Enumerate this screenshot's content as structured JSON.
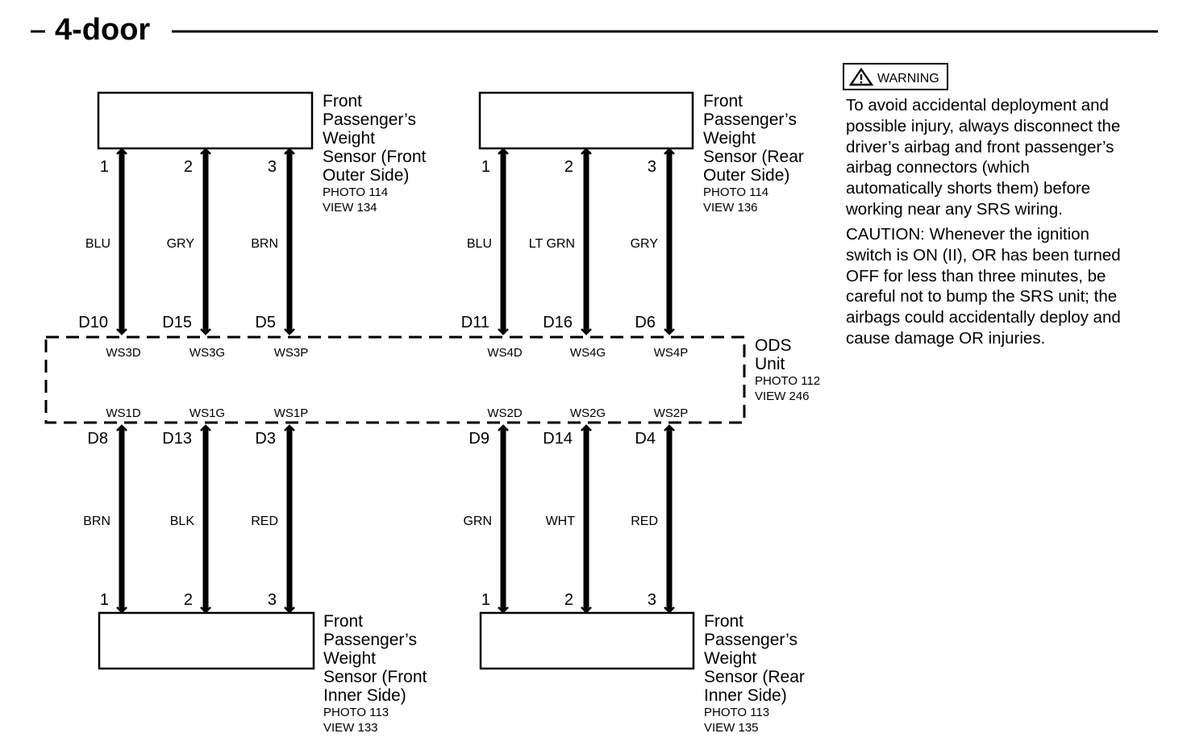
{
  "title": "4-door",
  "ods_unit": {
    "name_lines": [
      "ODS",
      "Unit"
    ],
    "photo": "PHOTO 112",
    "view": "VIEW 246"
  },
  "sensors": {
    "front_outer": {
      "name_lines": [
        "Front",
        "Passenger’s",
        "Weight",
        "Sensor (Front",
        "Outer Side)"
      ],
      "photo": "PHOTO 114",
      "view": "VIEW 134"
    },
    "rear_outer": {
      "name_lines": [
        "Front",
        "Passenger’s",
        "Weight",
        "Sensor (Rear",
        "Outer Side)"
      ],
      "photo": "PHOTO 114",
      "view": "VIEW 136"
    },
    "front_inner": {
      "name_lines": [
        "Front",
        "Passenger’s",
        "Weight",
        "Sensor (Front",
        "Inner Side)"
      ],
      "photo": "PHOTO 113",
      "view": "VIEW 133"
    },
    "rear_inner": {
      "name_lines": [
        "Front",
        "Passenger’s",
        "Weight",
        "Sensor (Rear",
        "Inner Side)"
      ],
      "photo": "PHOTO 113",
      "view": "VIEW 135"
    }
  },
  "wires": [
    {
      "id": "fo1",
      "pin": "1",
      "color": "BLU",
      "connector": "D10",
      "terminal": "WS3D"
    },
    {
      "id": "fo2",
      "pin": "2",
      "color": "GRY",
      "connector": "D15",
      "terminal": "WS3G"
    },
    {
      "id": "fo3",
      "pin": "3",
      "color": "BRN",
      "connector": "D5",
      "terminal": "WS3P"
    },
    {
      "id": "ro1",
      "pin": "1",
      "color": "BLU",
      "connector": "D11",
      "terminal": "WS4D"
    },
    {
      "id": "ro2",
      "pin": "2",
      "color": "LT GRN",
      "connector": "D16",
      "terminal": "WS4G"
    },
    {
      "id": "ro3",
      "pin": "3",
      "color": "GRY",
      "connector": "D6",
      "terminal": "WS4P"
    },
    {
      "id": "fi1",
      "pin": "1",
      "color": "BRN",
      "connector": "D8",
      "terminal": "WS1D"
    },
    {
      "id": "fi2",
      "pin": "2",
      "color": "BLK",
      "connector": "D13",
      "terminal": "WS1G"
    },
    {
      "id": "fi3",
      "pin": "3",
      "color": "RED",
      "connector": "D3",
      "terminal": "WS1P"
    },
    {
      "id": "ri1",
      "pin": "1",
      "color": "GRN",
      "connector": "D9",
      "terminal": "WS2D"
    },
    {
      "id": "ri2",
      "pin": "2",
      "color": "WHT",
      "connector": "D14",
      "terminal": "WS2G"
    },
    {
      "id": "ri3",
      "pin": "3",
      "color": "RED",
      "connector": "D4",
      "terminal": "WS2P"
    }
  ],
  "warning": {
    "badge": "WARNING",
    "icon": "warning-triangle-icon",
    "paragraph1": [
      "To avoid accidental deployment and",
      "possible injury, always disconnect the",
      "driver’s airbag and front passenger’s",
      "airbag connectors (which",
      "automatically shorts them) before",
      "working near any SRS wiring."
    ],
    "paragraph2": [
      "CAUTION: Whenever the ignition",
      "switch is ON (II), OR has been turned",
      "OFF for less than three minutes, be",
      "careful not to bump the SRS unit; the",
      "airbags could accidentally deploy and",
      "cause damage OR injuries."
    ]
  }
}
